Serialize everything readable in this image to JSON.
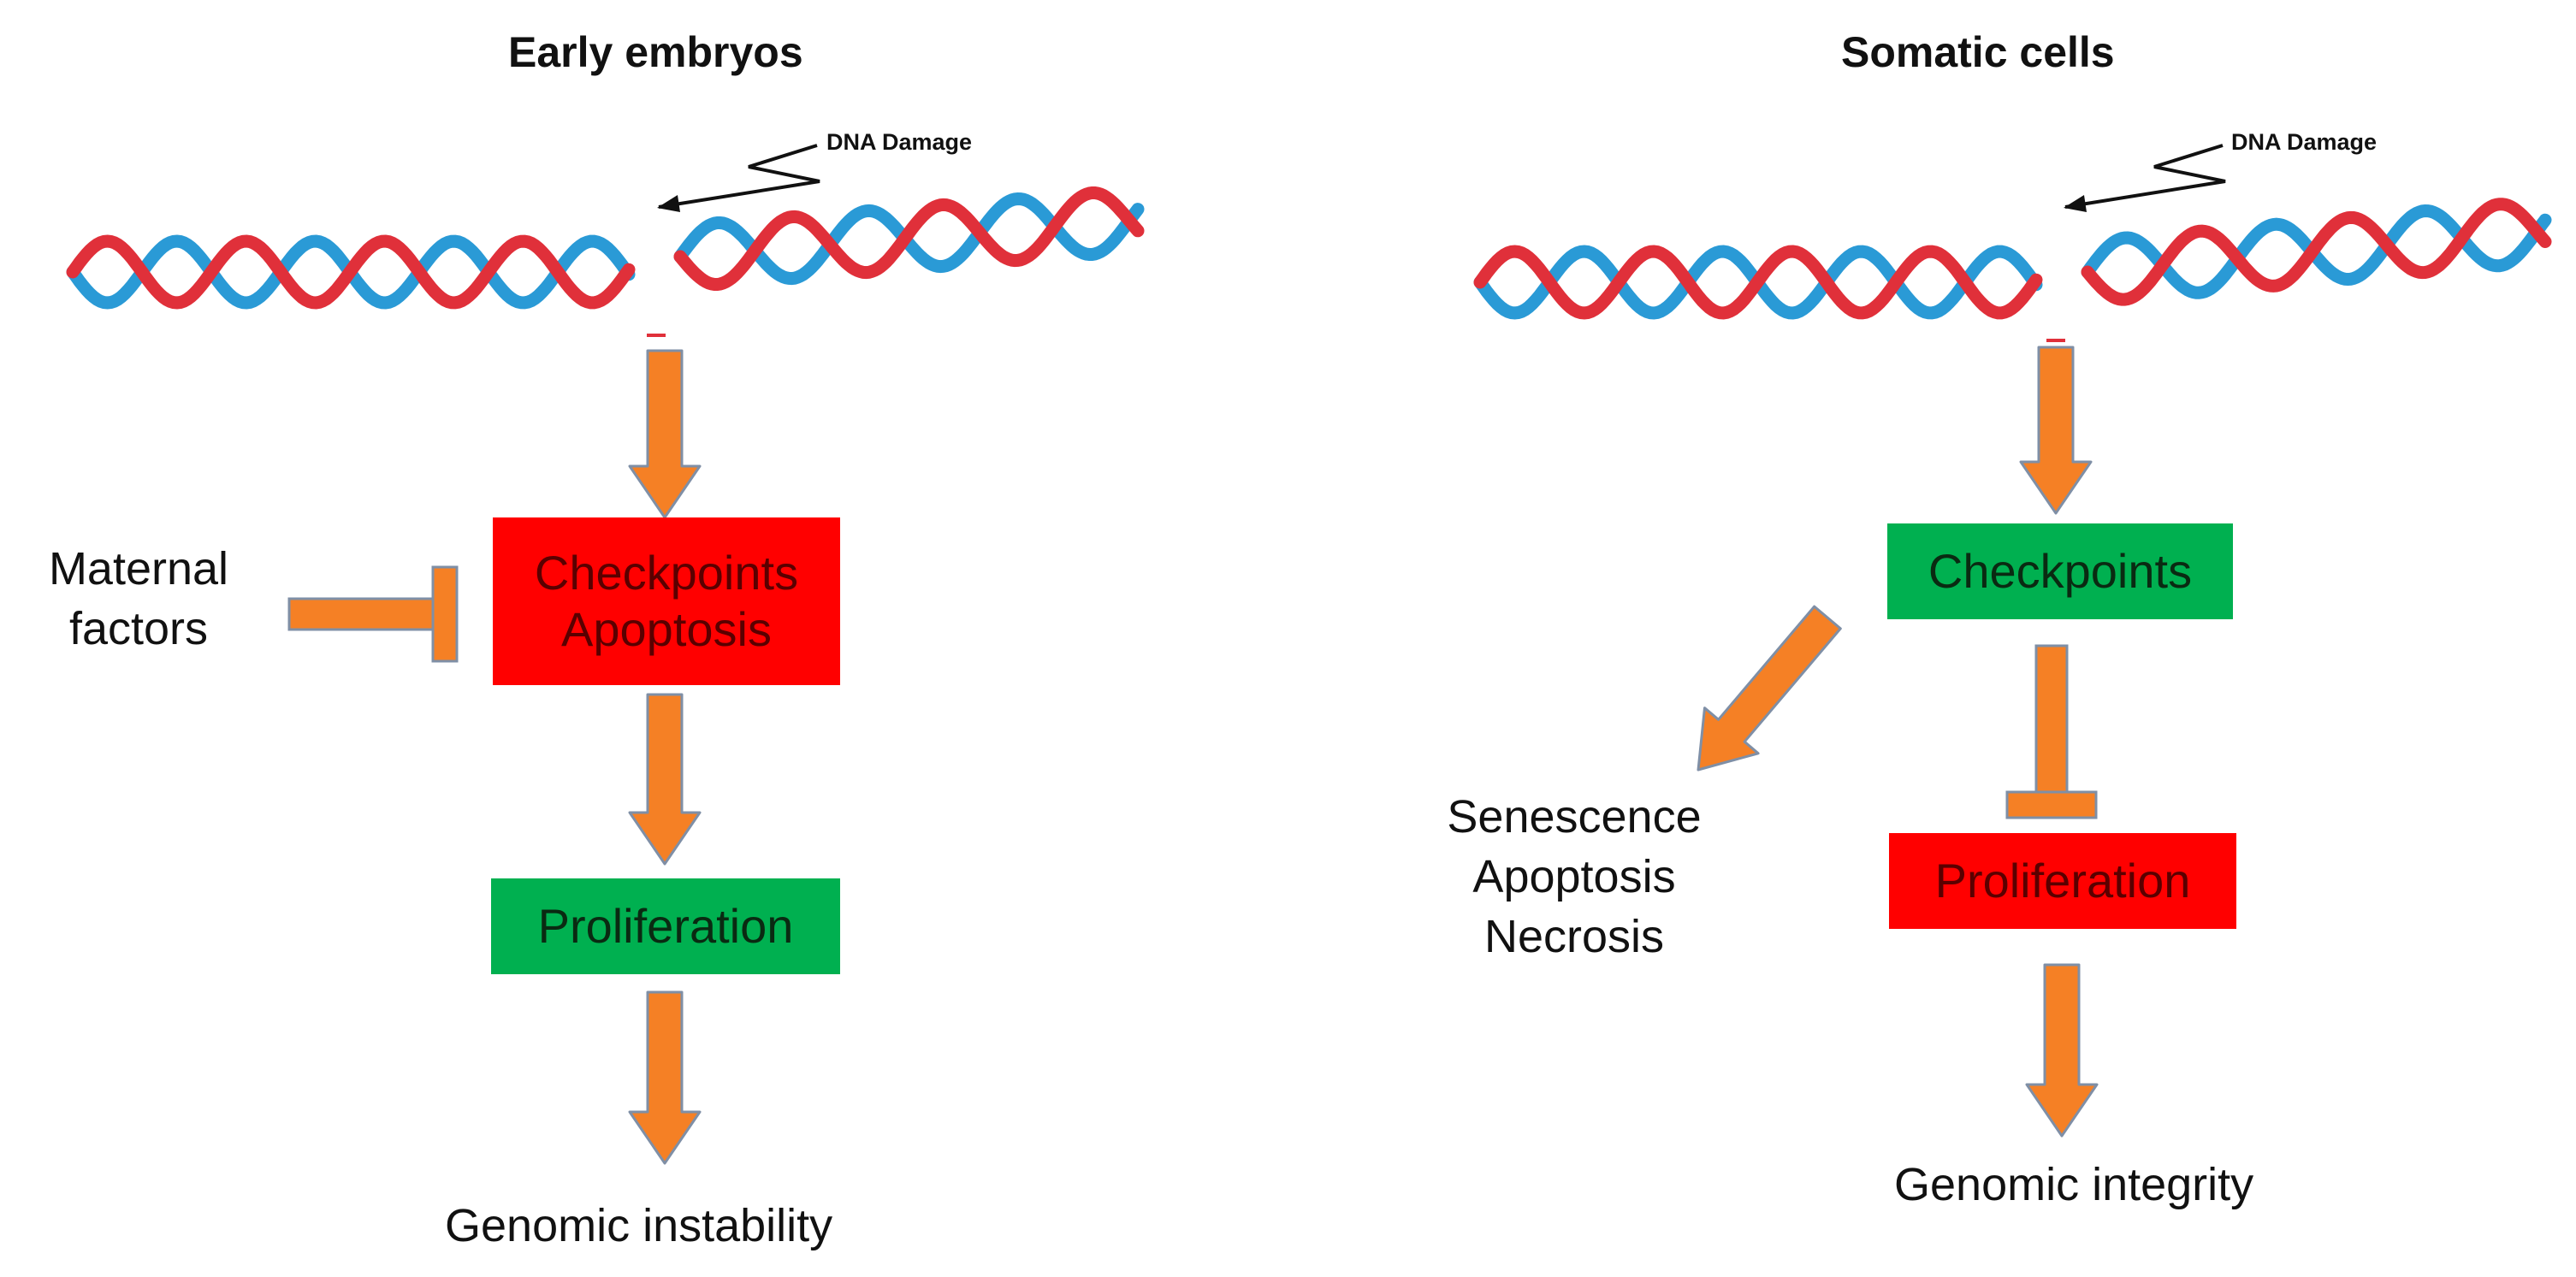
{
  "left_panel": {
    "title": "Early embryos",
    "damage_label": "DNA Damage",
    "box_top": {
      "line1": "Checkpoints",
      "line2": "Apoptosis",
      "color": "#ff0000"
    },
    "inhibitor": {
      "line1": "Maternal",
      "line2": "factors"
    },
    "box_bottom": {
      "text": "Proliferation",
      "color": "#00b050"
    },
    "outcome": "Genomic instability"
  },
  "right_panel": {
    "title": "Somatic cells",
    "damage_label": "DNA Damage",
    "box_top": {
      "text": "Checkpoints",
      "color": "#00b050"
    },
    "side_outcomes": {
      "line1": "Senescence",
      "line2": "Apoptosis",
      "line3": "Necrosis"
    },
    "box_bottom": {
      "text": "Proliferation",
      "color": "#ff0000"
    },
    "outcome": "Genomic integrity"
  },
  "colors": {
    "dna_strand_a": "#e0303a",
    "dna_strand_b": "#2a9ad6",
    "arrow_fill": "#f58025",
    "arrow_outline": "#7f8fa6",
    "green_box": "#00b050",
    "red_box": "#ff0000"
  }
}
